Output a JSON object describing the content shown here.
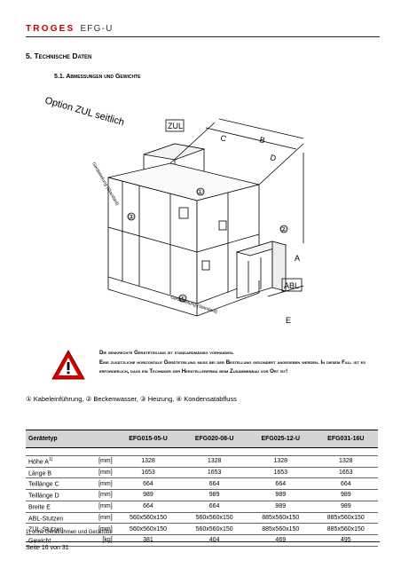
{
  "header": {
    "brand": "TROGES",
    "product": "EFG-U"
  },
  "section": {
    "title": "5. Technische Daten",
    "subtitle": "5.1. Abmessungen und Gewichte"
  },
  "drawing": {
    "option_label": "Option ZUL seitlich",
    "zul_label": "ZUL",
    "abl_label": "ABL",
    "dim_labels": [
      "C",
      "B",
      "D",
      "A",
      "E"
    ],
    "split_label_top": "Geräteteilung (Standard)",
    "split_label_bottom": "Geräteteilung (Standard)",
    "markers": [
      "①",
      "②",
      "③",
      "④"
    ]
  },
  "warning": {
    "line1": "Die senkrechte Geräteteilung ist standardmäßig vorhanden.",
    "line2": "Eine zusätzliche horizontale Geräteteilung muss bei der Bestellung gesondert angegeben werden. In diesem Fall ist es erforderlich, dass ein Techniker der Herstellerfirma beim Zusammenbau vor Ort ist!"
  },
  "legend": "① Kabeleinführung, ② Beckenwasser, ③ Heizung, ④ Kondensatabfluss",
  "table": {
    "header_label": "Gerätetyp",
    "models": [
      "EFG015-05-U",
      "EFG020-08-U",
      "EFG025-12-U",
      "EFG031-16U"
    ],
    "rows": [
      {
        "label": "Höhe A",
        "sup": "1)",
        "unit": "[mm]",
        "values": [
          "1328",
          "1328",
          "1328",
          "1328"
        ]
      },
      {
        "label": "Länge B",
        "sup": "",
        "unit": "[mm]",
        "values": [
          "1653",
          "1653",
          "1653",
          "1653"
        ]
      },
      {
        "label": "Teillänge C",
        "sup": "",
        "unit": "[mm]",
        "values": [
          "664",
          "664",
          "664",
          "664"
        ]
      },
      {
        "label": "Teillänge D",
        "sup": "",
        "unit": "[mm]",
        "values": [
          "989",
          "989",
          "989",
          "989"
        ]
      },
      {
        "label": "Breite E",
        "sup": "",
        "unit": "[mm]",
        "values": [
          "664",
          "664",
          "989",
          "989"
        ]
      },
      {
        "label": "ABL-Stutzen",
        "sup": "",
        "unit": "[mm]",
        "values": [
          "560x560x150",
          "560x560x150",
          "885x560x150",
          "885x560x150"
        ]
      },
      {
        "label": "ZUL-Stutzen",
        "sup": "",
        "unit": "[mm]",
        "values": [
          "560x560x150",
          "560x560x150",
          "885x560x150",
          "885x560x150"
        ]
      },
      {
        "label": "Gewicht",
        "sup": "",
        "unit": "[kg]",
        "values": [
          "381",
          "404",
          "469",
          "495"
        ]
      }
    ]
  },
  "footnote": "1) ohne Gerätrahmen und Gerätfüße",
  "footer": {
    "page": "Seite 16 von 31"
  }
}
